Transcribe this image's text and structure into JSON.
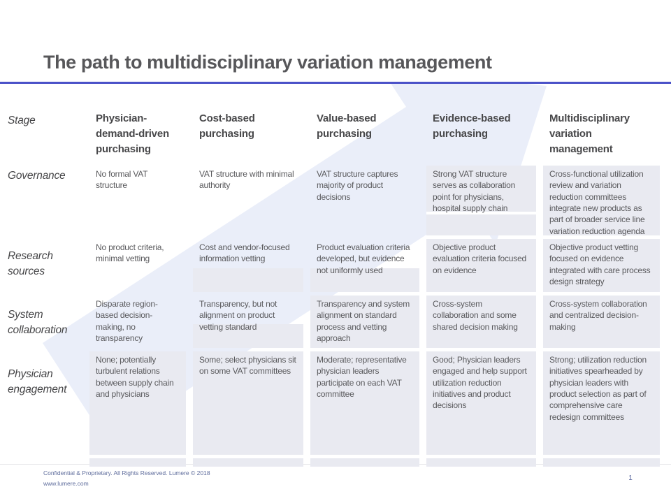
{
  "slide": {
    "title": "The path to multidisciplinary variation management",
    "footer_line1": "Confidential & Proprietary. All Rights Reserved.  Lumere © 2018",
    "footer_line2": "www.lumere.com",
    "page_number": "1"
  },
  "colors": {
    "accent_rule": "#4a51c8",
    "arrow_fill": "#eaeef9",
    "cell_fill": "#e9eaf1",
    "title_text": "#57575a",
    "body_text": "#59595c",
    "footer_text": "#5d6b9b"
  },
  "decor": {
    "background_shape": "right-up-arrow"
  },
  "table": {
    "stage_label": "Stage",
    "columns": [
      "Physician-demand-driven purchasing",
      "Cost-based purchasing",
      "Value-based purchasing",
      "Evidence-based purchasing",
      "Multidisciplinary variation management"
    ],
    "rows": [
      {
        "label": "Governance",
        "cells": [
          "No formal VAT structure",
          "VAT structure with minimal authority",
          "VAT structure captures majority of product decisions",
          "Strong VAT structure serves as collaboration point for physicians, hospital supply chain",
          "Cross-functional utilization review and variation reduction committees integrate new products as part of broader service line variation reduction agenda"
        ]
      },
      {
        "label": "Research sources",
        "cells": [
          "No product criteria, minimal vetting",
          "Cost and vendor-focused information vetting",
          "Product evaluation criteria developed, but evidence not uniformly used",
          "Objective product evaluation criteria focused on evidence",
          "Objective product vetting focused on evidence integrated with care process design strategy"
        ]
      },
      {
        "label": "System collaboration",
        "cells": [
          "Disparate region-based decision-making, no transparency",
          "Transparency, but not alignment on product vetting standard",
          "Transparency and system alignment on standard process and vetting approach",
          "Cross-system collaboration and some shared decision making",
          "Cross-system collaboration and centralized decision-making"
        ]
      },
      {
        "label": "Physician engagement",
        "cells": [
          "None; potentially turbulent relations between supply chain and physicians",
          "Some; select physicians sit on some VAT committees",
          "Moderate; representative physician leaders participate on each VAT committee",
          "Good; Physician leaders engaged and help support utilization reduction initiatives and product decisions",
          "Strong; utilization reduction initiatives spearheaded by physician leaders with product selection as part of comprehensive care redesign committees"
        ]
      }
    ]
  }
}
